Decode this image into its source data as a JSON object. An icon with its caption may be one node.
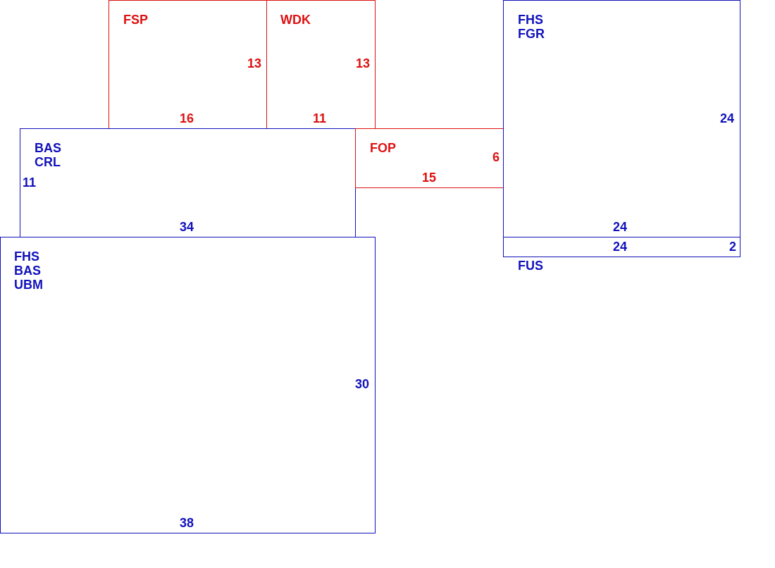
{
  "diagram": {
    "nodes": [
      {
        "text": [
          "FSP",
          "13",
          "16"
        ]
      },
      {
        "text": [
          "WDK",
          "13",
          "11"
        ]
      },
      {
        "text": [
          "BAS CRL",
          "11",
          "34"
        ]
      },
      {
        "text": [
          "FOP",
          "6",
          "15"
        ]
      },
      {
        "text": [
          "FHS FGR",
          "24",
          "24"
        ]
      },
      {
        "text": [
          "24",
          "2",
          "FUS"
        ]
      },
      {
        "text": [
          "FHS BAS UBM",
          "30",
          "38"
        ]
      }
    ]
  }
}
